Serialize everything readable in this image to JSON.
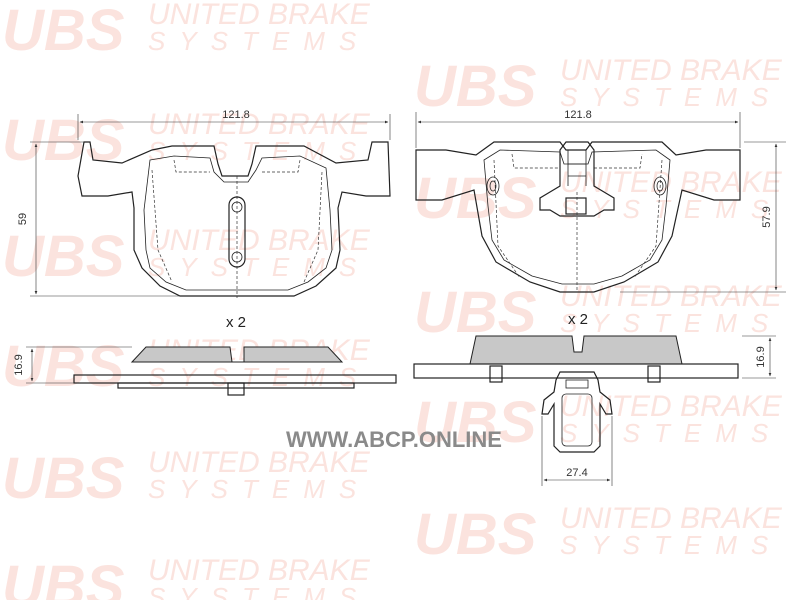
{
  "watermark": {
    "logo": "UBS",
    "line1": "UNITED BRAKE",
    "line2": "SYSTEMS",
    "color": "#fbe3de"
  },
  "left_pad": {
    "width_label": "121.8",
    "height_label": "59",
    "thickness_label": "16.9",
    "quantity_label": "x 2"
  },
  "right_pad": {
    "width_label": "121.8",
    "height_label": "57.9",
    "thickness_label": "16.9",
    "quantity_label": "x 2",
    "clip_width_label": "27.4"
  },
  "website": "WWW.ABCP.ONLINE",
  "colors": {
    "line": "#222222",
    "friction": "#c8c8c8",
    "website": "#8a8a8a"
  }
}
